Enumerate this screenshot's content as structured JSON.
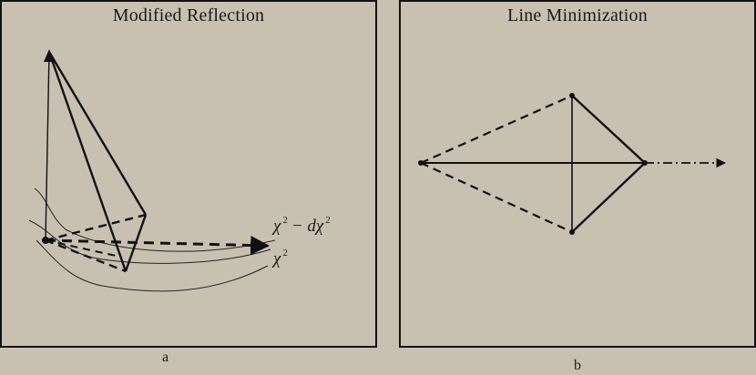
{
  "panels": [
    {
      "id": "a",
      "title": "Modified Reflection",
      "caption": "a",
      "curve_labels": {
        "upper_base": "χ",
        "upper_exponent": "2",
        "upper_rest": "− dχ",
        "upper_rest_exponent": "2",
        "lower_base": "χ",
        "lower_exponent": "2"
      }
    },
    {
      "id": "b",
      "title": "Line Minimization",
      "caption": "b"
    }
  ],
  "colors": {
    "background": "#c8c1b2",
    "ink": "#111111"
  }
}
